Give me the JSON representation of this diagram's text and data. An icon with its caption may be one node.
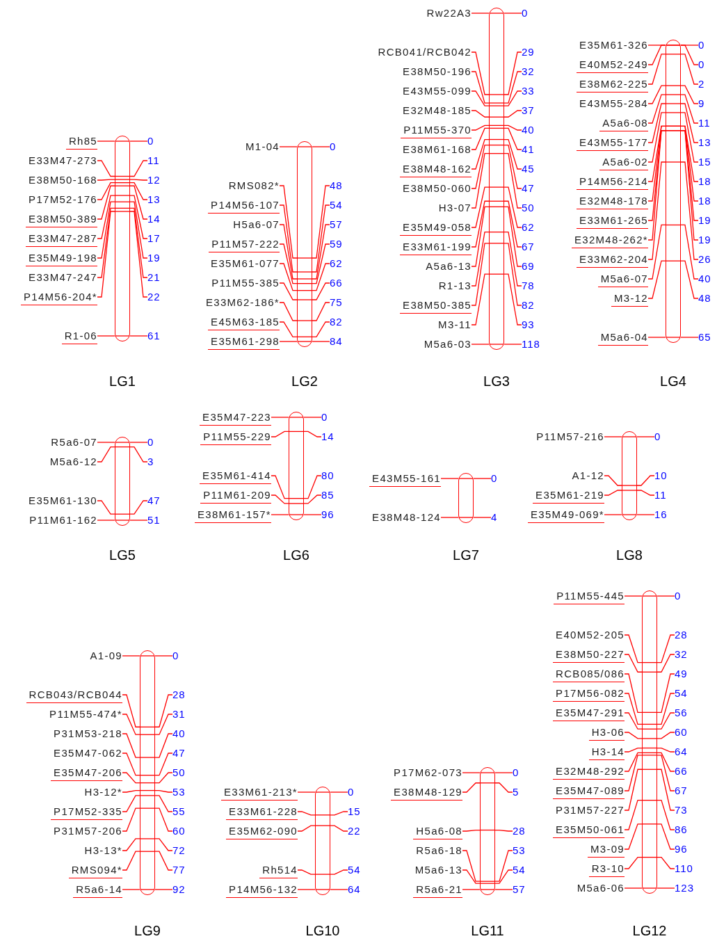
{
  "diagram": {
    "nodes": [
      {
        "text": [],
        "shape": "bar",
        "beside": [
          "LG1"
        ]
      },
      {
        "text": [
          "Rh85"
        ]
      },
      {
        "text": [
          "0"
        ]
      },
      {
        "text": [
          "E33M47-273"
        ]
      },
      {
        "text": [
          "11"
        ]
      },
      {
        "text": [
          "E38M50-168"
        ]
      },
      {
        "text": [
          "12"
        ]
      },
      {
        "text": [
          "P17M52-176"
        ]
      },
      {
        "text": [
          "13"
        ]
      },
      {
        "text": [
          "E38M50-389"
        ]
      },
      {
        "text": [
          "14"
        ]
      },
      {
        "text": [
          "E33M47-287"
        ]
      },
      {
        "text": [
          "17"
        ]
      },
      {
        "text": [
          "E35M49-198"
        ]
      },
      {
        "text": [
          "19"
        ]
      },
      {
        "text": [
          "E33M47-247"
        ]
      },
      {
        "text": [
          "21"
        ]
      },
      {
        "text": [
          "P14M56-204*"
        ]
      },
      {
        "text": [
          "22"
        ]
      },
      {
        "text": [
          "R1-06"
        ]
      },
      {
        "text": [
          "61"
        ]
      },
      {
        "text": [],
        "shape": "bar",
        "beside": [
          "LG2"
        ]
      },
      {
        "text": [
          "M1-04"
        ]
      },
      {
        "text": [
          "0"
        ]
      },
      {
        "text": [
          "RMS082*"
        ]
      },
      {
        "text": [
          "48"
        ]
      },
      {
        "text": [
          "P14M56-107"
        ]
      },
      {
        "text": [
          "54"
        ]
      },
      {
        "text": [
          "H5a6-07"
        ]
      },
      {
        "text": [
          "57"
        ]
      },
      {
        "text": [
          "P11M57-222"
        ]
      },
      {
        "text": [
          "59"
        ]
      },
      {
        "text": [
          "E35M61-077"
        ]
      },
      {
        "text": [
          "62"
        ]
      },
      {
        "text": [
          "P11M55-385"
        ]
      },
      {
        "text": [
          "66"
        ]
      },
      {
        "text": [
          "E33M62-186*"
        ]
      },
      {
        "text": [
          "75"
        ]
      },
      {
        "text": [
          "E45M63-185"
        ]
      },
      {
        "text": [
          "82"
        ]
      },
      {
        "text": [
          "E35M61-298"
        ]
      },
      {
        "text": [
          "84"
        ]
      },
      {
        "text": [],
        "shape": "bar",
        "beside": [
          "LG3"
        ]
      },
      {
        "text": [
          "Rw22A3"
        ]
      },
      {
        "text": [
          "0"
        ]
      },
      {
        "text": [
          "RCB041/RCB042"
        ]
      },
      {
        "text": [
          "29"
        ]
      },
      {
        "text": [
          "E38M50-196"
        ]
      },
      {
        "text": [
          "32"
        ]
      },
      {
        "text": [
          "E43M55-099"
        ]
      },
      {
        "text": [
          "33"
        ]
      },
      {
        "text": [
          "E32M48-185"
        ]
      },
      {
        "text": [
          "37"
        ]
      },
      {
        "text": [
          "P11M55-370"
        ]
      },
      {
        "text": [
          "40"
        ]
      },
      {
        "text": [
          "E38M61-168"
        ]
      },
      {
        "text": [
          "41"
        ]
      },
      {
        "text": [
          "E38M48-162"
        ]
      },
      {
        "text": [
          "45"
        ]
      },
      {
        "text": [
          "E38M50-060"
        ]
      },
      {
        "text": [
          "47"
        ]
      },
      {
        "text": [
          "H3-07"
        ]
      },
      {
        "text": [
          "50"
        ]
      },
      {
        "text": [
          "E35M49-058"
        ]
      },
      {
        "text": [
          "62"
        ]
      },
      {
        "text": [
          "E33M61-199"
        ]
      },
      {
        "text": [
          "67"
        ]
      },
      {
        "text": [
          "A5a6-13"
        ]
      },
      {
        "text": [
          "69"
        ]
      },
      {
        "text": [
          "R1-13"
        ]
      },
      {
        "text": [
          "78"
        ]
      },
      {
        "text": [
          "E38M50-385"
        ]
      },
      {
        "text": [
          "82"
        ]
      },
      {
        "text": [
          "M3-11"
        ]
      },
      {
        "text": [
          "93"
        ]
      },
      {
        "text": [
          "M5a6-03"
        ]
      },
      {
        "text": [
          "118"
        ]
      },
      {
        "text": [],
        "shape": "bar",
        "beside": [
          "LG4"
        ]
      },
      {
        "text": [
          "E35M61-326"
        ]
      },
      {
        "text": [
          "0"
        ]
      },
      {
        "text": [
          "E40M52-249"
        ]
      },
      {
        "text": [
          "0"
        ]
      },
      {
        "text": [
          "E38M62-225"
        ]
      },
      {
        "text": [
          "2"
        ]
      },
      {
        "text": [
          "E43M55-284"
        ]
      },
      {
        "text": [
          "9"
        ]
      },
      {
        "text": [
          "A5a6-08"
        ]
      },
      {
        "text": [
          "11"
        ]
      },
      {
        "text": [
          "E43M55-177"
        ]
      },
      {
        "text": [
          "13"
        ]
      },
      {
        "text": [
          "A5a6-02"
        ]
      },
      {
        "text": [
          "15"
        ]
      },
      {
        "text": [
          "P14M56-214"
        ]
      },
      {
        "text": [
          "18"
        ]
      },
      {
        "text": [
          "E32M48-178"
        ]
      },
      {
        "text": [
          "18"
        ]
      },
      {
        "text": [
          "E33M61-265"
        ]
      },
      {
        "text": [
          "19"
        ]
      },
      {
        "text": [
          "E32M48-262*"
        ]
      },
      {
        "text": [
          "19"
        ]
      },
      {
        "text": [
          "E33M62-204"
        ]
      },
      {
        "text": [
          "26"
        ]
      },
      {
        "text": [
          "M5a6-07"
        ]
      },
      {
        "text": [
          "40"
        ]
      },
      {
        "text": [
          "M3-12"
        ]
      },
      {
        "text": [
          "48"
        ]
      },
      {
        "text": [
          "M5a6-04"
        ]
      },
      {
        "text": [
          "65"
        ]
      },
      {
        "text": [],
        "shape": "bar",
        "beside": [
          "LG5"
        ]
      },
      {
        "text": [
          "R5a6-07"
        ]
      },
      {
        "text": [
          "0"
        ]
      },
      {
        "text": [
          "M5a6-12"
        ]
      },
      {
        "text": [
          "3"
        ]
      },
      {
        "text": [
          "E35M61-130"
        ]
      },
      {
        "text": [
          "47"
        ]
      },
      {
        "text": [
          "P11M61-162"
        ]
      },
      {
        "text": [
          "51"
        ]
      },
      {
        "text": [],
        "shape": "bar",
        "beside": [
          "LG6"
        ]
      },
      {
        "text": [
          "E35M47-223"
        ]
      },
      {
        "text": [
          "0"
        ]
      },
      {
        "text": [
          "P11M55-229"
        ]
      },
      {
        "text": [
          "14"
        ]
      },
      {
        "text": [
          "E35M61-414"
        ]
      },
      {
        "text": [
          "80"
        ]
      },
      {
        "text": [
          "P11M61-209"
        ]
      },
      {
        "text": [
          "85"
        ]
      },
      {
        "text": [
          "E38M61-157*"
        ]
      },
      {
        "text": [
          "96"
        ]
      },
      {
        "text": [],
        "shape": "bar",
        "beside": [
          "LG7"
        ]
      },
      {
        "text": [
          "E43M55-161"
        ]
      },
      {
        "text": [
          "0"
        ]
      },
      {
        "text": [
          "E38M48-124"
        ]
      },
      {
        "text": [
          "4"
        ]
      },
      {
        "text": [],
        "shape": "bar",
        "beside": [
          "LG8"
        ]
      },
      {
        "text": [
          "P11M57-216"
        ]
      },
      {
        "text": [
          "0"
        ]
      },
      {
        "text": [
          "A1-12"
        ]
      },
      {
        "text": [
          "10"
        ]
      },
      {
        "text": [
          "E35M61-219"
        ]
      },
      {
        "text": [
          "11"
        ]
      },
      {
        "text": [
          "E35M49-069*"
        ]
      },
      {
        "text": [
          "16"
        ]
      },
      {
        "text": [],
        "shape": "bar",
        "beside": [
          "LG9"
        ]
      },
      {
        "text": [
          "A1-09"
        ]
      },
      {
        "text": [
          "0"
        ]
      },
      {
        "text": [
          "RCB043/RCB044"
        ]
      },
      {
        "text": [
          "28"
        ]
      },
      {
        "text": [
          "P11M55-474*"
        ]
      },
      {
        "text": [
          "31"
        ]
      },
      {
        "text": [
          "P31M53-218"
        ]
      },
      {
        "text": [
          "40"
        ]
      },
      {
        "text": [
          "E35M47-062"
        ]
      },
      {
        "text": [
          "47"
        ]
      },
      {
        "text": [
          "E35M47-206"
        ]
      },
      {
        "text": [
          "50"
        ]
      },
      {
        "text": [
          "H3-12*"
        ]
      },
      {
        "text": [
          "53"
        ]
      },
      {
        "text": [
          "P17M52-335"
        ]
      },
      {
        "text": [
          "55"
        ]
      },
      {
        "text": [
          "P31M57-206"
        ]
      },
      {
        "text": [
          "60"
        ]
      },
      {
        "text": [
          "H3-13*"
        ]
      },
      {
        "text": [
          "72"
        ]
      },
      {
        "text": [
          "RMS094*"
        ]
      },
      {
        "text": [
          "77"
        ]
      },
      {
        "text": [
          "R5a6-14"
        ]
      },
      {
        "text": [
          "92"
        ]
      },
      {
        "text": [],
        "shape": "bar",
        "beside": [
          "LG10"
        ]
      },
      {
        "text": [
          "E33M61-213*"
        ]
      },
      {
        "text": [
          "0"
        ]
      },
      {
        "text": [
          "E33M61-228"
        ]
      },
      {
        "text": [
          "15"
        ]
      },
      {
        "text": [
          "E35M62-090"
        ]
      },
      {
        "text": [
          "22"
        ]
      },
      {
        "text": [
          "Rh514"
        ]
      },
      {
        "text": [
          "54"
        ]
      },
      {
        "text": [
          "P14M56-132"
        ]
      },
      {
        "text": [
          "64"
        ]
      },
      {
        "text": [],
        "shape": "bar",
        "beside": [
          "LG11"
        ]
      },
      {
        "text": [
          "P17M62-073"
        ]
      },
      {
        "text": [
          "0"
        ]
      },
      {
        "text": [
          "E38M48-129"
        ]
      },
      {
        "text": [
          "5"
        ]
      },
      {
        "text": [
          "H5a6-08"
        ]
      },
      {
        "text": [
          "28"
        ]
      },
      {
        "text": [
          "R5a6-18"
        ]
      },
      {
        "text": [
          "53"
        ]
      },
      {
        "text": [
          "M5a6-13"
        ]
      },
      {
        "text": [
          "54"
        ]
      },
      {
        "text": [
          "R5a6-21"
        ]
      },
      {
        "text": [
          "57"
        ]
      },
      {
        "text": [],
        "shape": "bar",
        "beside": [
          "LG12"
        ]
      },
      {
        "text": [
          "P11M55-445"
        ]
      },
      {
        "text": [
          "0"
        ]
      },
      {
        "text": [
          "E40M52-205"
        ]
      },
      {
        "text": [
          "28"
        ]
      },
      {
        "text": [
          "E38M50-227"
        ]
      },
      {
        "text": [
          "32"
        ]
      },
      {
        "text": [
          "RCB085/086"
        ]
      },
      {
        "text": [
          "49"
        ]
      },
      {
        "text": [
          "P17M56-082"
        ]
      },
      {
        "text": [
          "54"
        ]
      },
      {
        "text": [
          "E35M47-291"
        ]
      },
      {
        "text": [
          "56"
        ]
      },
      {
        "text": [
          "H3-06"
        ]
      },
      {
        "text": [
          "60"
        ]
      },
      {
        "text": [
          "H3-14"
        ]
      },
      {
        "text": [
          "64"
        ]
      },
      {
        "text": [
          "E32M48-292"
        ]
      },
      {
        "text": [
          "66"
        ]
      },
      {
        "text": [
          "E35M47-089"
        ]
      },
      {
        "text": [
          "67"
        ]
      },
      {
        "text": [
          "P31M57-227"
        ]
      },
      {
        "text": [
          "73"
        ]
      },
      {
        "text": [
          "E35M50-061"
        ]
      },
      {
        "text": [
          "86"
        ]
      },
      {
        "text": [
          "M3-09"
        ]
      },
      {
        "text": [
          "96"
        ]
      },
      {
        "text": [
          "R3-10"
        ]
      },
      {
        "text": [
          "110"
        ]
      },
      {
        "text": [
          "M5a6-06"
        ]
      },
      {
        "text": [
          "123"
        ]
      }
    ],
    "edges": [
      {
        "from": 1,
        "to": 0,
        "arrow": "none"
      },
      {
        "from": 0,
        "to": 2,
        "arrow": "none"
      },
      {
        "from": 3,
        "to": 0,
        "arrow": "none"
      },
      {
        "from": 0,
        "to": 4,
        "arrow": "none"
      },
      {
        "from": 5,
        "to": 0,
        "arrow": "none"
      },
      {
        "from": 0,
        "to": 6,
        "arrow": "none"
      },
      {
        "from": 7,
        "to": 0,
        "arrow": "none"
      },
      {
        "from": 0,
        "to": 8,
        "arrow": "none"
      },
      {
        "from": 9,
        "to": 0,
        "arrow": "none"
      },
      {
        "from": 0,
        "to": 10,
        "arrow": "none"
      },
      {
        "from": 11,
        "to": 0,
        "arrow": "none"
      },
      {
        "from": 0,
        "to": 12,
        "arrow": "none"
      },
      {
        "from": 13,
        "to": 0,
        "arrow": "none"
      },
      {
        "from": 0,
        "to": 14,
        "arrow": "none"
      },
      {
        "from": 15,
        "to": 0,
        "arrow": "none"
      },
      {
        "from": 0,
        "to": 16,
        "arrow": "none"
      },
      {
        "from": 17,
        "to": 0,
        "arrow": "none"
      },
      {
        "from": 0,
        "to": 18,
        "arrow": "none"
      },
      {
        "from": 19,
        "to": 0,
        "arrow": "none"
      },
      {
        "from": 0,
        "to": 20,
        "arrow": "none"
      },
      {
        "from": 22,
        "to": 21,
        "arrow": "none"
      },
      {
        "from": 21,
        "to": 23,
        "arrow": "none"
      },
      {
        "from": 24,
        "to": 21,
        "arrow": "none"
      },
      {
        "from": 21,
        "to": 25,
        "arrow": "none"
      },
      {
        "from": 26,
        "to": 21,
        "arrow": "none"
      },
      {
        "from": 21,
        "to": 27,
        "arrow": "none"
      },
      {
        "from": 28,
        "to": 21,
        "arrow": "none"
      },
      {
        "from": 21,
        "to": 29,
        "arrow": "none"
      },
      {
        "from": 30,
        "to": 21,
        "arrow": "none"
      },
      {
        "from": 21,
        "to": 31,
        "arrow": "none"
      },
      {
        "from": 32,
        "to": 21,
        "arrow": "none"
      },
      {
        "from": 21,
        "to": 33,
        "arrow": "none"
      },
      {
        "from": 34,
        "to": 21,
        "arrow": "none"
      },
      {
        "from": 21,
        "to": 35,
        "arrow": "none"
      },
      {
        "from": 36,
        "to": 21,
        "arrow": "none"
      },
      {
        "from": 21,
        "to": 37,
        "arrow": "none"
      },
      {
        "from": 38,
        "to": 21,
        "arrow": "none"
      },
      {
        "from": 21,
        "to": 39,
        "arrow": "none"
      },
      {
        "from": 40,
        "to": 21,
        "arrow": "none"
      },
      {
        "from": 21,
        "to": 41,
        "arrow": "none"
      },
      {
        "from": 43,
        "to": 42,
        "arrow": "none"
      },
      {
        "from": 42,
        "to": 44,
        "arrow": "none"
      },
      {
        "from": 45,
        "to": 42,
        "arrow": "none"
      },
      {
        "from": 42,
        "to": 46,
        "arrow": "none"
      },
      {
        "from": 47,
        "to": 42,
        "arrow": "none"
      },
      {
        "from": 42,
        "to": 48,
        "arrow": "none"
      },
      {
        "from": 49,
        "to": 42,
        "arrow": "none"
      },
      {
        "from": 42,
        "to": 50,
        "arrow": "none"
      },
      {
        "from": 51,
        "to": 42,
        "arrow": "none"
      },
      {
        "from": 42,
        "to": 52,
        "arrow": "none"
      },
      {
        "from": 53,
        "to": 42,
        "arrow": "none"
      },
      {
        "from": 42,
        "to": 54,
        "arrow": "none"
      },
      {
        "from": 55,
        "to": 42,
        "arrow": "none"
      },
      {
        "from": 42,
        "to": 56,
        "arrow": "none"
      },
      {
        "from": 57,
        "to": 42,
        "arrow": "none"
      },
      {
        "from": 42,
        "to": 58,
        "arrow": "none"
      },
      {
        "from": 59,
        "to": 42,
        "arrow": "none"
      },
      {
        "from": 42,
        "to": 60,
        "arrow": "none"
      },
      {
        "from": 61,
        "to": 42,
        "arrow": "none"
      },
      {
        "from": 42,
        "to": 62,
        "arrow": "none"
      },
      {
        "from": 63,
        "to": 42,
        "arrow": "none"
      },
      {
        "from": 42,
        "to": 64,
        "arrow": "none"
      },
      {
        "from": 65,
        "to": 42,
        "arrow": "none"
      },
      {
        "from": 42,
        "to": 66,
        "arrow": "none"
      },
      {
        "from": 67,
        "to": 42,
        "arrow": "none"
      },
      {
        "from": 42,
        "to": 68,
        "arrow": "none"
      },
      {
        "from": 69,
        "to": 42,
        "arrow": "none"
      },
      {
        "from": 42,
        "to": 70,
        "arrow": "none"
      },
      {
        "from": 71,
        "to": 42,
        "arrow": "none"
      },
      {
        "from": 42,
        "to": 72,
        "arrow": "none"
      },
      {
        "from": 73,
        "to": 42,
        "arrow": "none"
      },
      {
        "from": 42,
        "to": 74,
        "arrow": "none"
      },
      {
        "from": 75,
        "to": 42,
        "arrow": "none"
      },
      {
        "from": 42,
        "to": 76,
        "arrow": "none"
      },
      {
        "from": 78,
        "to": 77,
        "arrow": "none"
      },
      {
        "from": 77,
        "to": 79,
        "arrow": "none"
      },
      {
        "from": 80,
        "to": 77,
        "arrow": "none"
      },
      {
        "from": 77,
        "to": 81,
        "arrow": "none"
      },
      {
        "from": 82,
        "to": 77,
        "arrow": "none"
      },
      {
        "from": 77,
        "to": 83,
        "arrow": "none"
      },
      {
        "from": 84,
        "to": 77,
        "arrow": "none"
      },
      {
        "from": 77,
        "to": 85,
        "arrow": "none"
      },
      {
        "from": 86,
        "to": 77,
        "arrow": "none"
      },
      {
        "from": 77,
        "to": 87,
        "arrow": "none"
      },
      {
        "from": 88,
        "to": 77,
        "arrow": "none"
      },
      {
        "from": 77,
        "to": 89,
        "arrow": "none"
      },
      {
        "from": 90,
        "to": 77,
        "arrow": "none"
      },
      {
        "from": 77,
        "to": 91,
        "arrow": "none"
      },
      {
        "from": 92,
        "to": 77,
        "arrow": "none"
      },
      {
        "from": 77,
        "to": 93,
        "arrow": "none"
      },
      {
        "from": 94,
        "to": 77,
        "arrow": "none"
      },
      {
        "from": 77,
        "to": 95,
        "arrow": "none"
      },
      {
        "from": 96,
        "to": 77,
        "arrow": "none"
      },
      {
        "from": 77,
        "to": 97,
        "arrow": "none"
      },
      {
        "from": 98,
        "to": 77,
        "arrow": "none"
      },
      {
        "from": 77,
        "to": 99,
        "arrow": "none"
      },
      {
        "from": 100,
        "to": 77,
        "arrow": "none"
      },
      {
        "from": 77,
        "to": 101,
        "arrow": "none"
      },
      {
        "from": 102,
        "to": 77,
        "arrow": "none"
      },
      {
        "from": 77,
        "to": 103,
        "arrow": "none"
      },
      {
        "from": 104,
        "to": 77,
        "arrow": "none"
      },
      {
        "from": 77,
        "to": 105,
        "arrow": "none"
      },
      {
        "from": 106,
        "to": 77,
        "arrow": "none"
      },
      {
        "from": 77,
        "to": 107,
        "arrow": "none"
      },
      {
        "from": 109,
        "to": 108,
        "arrow": "none"
      },
      {
        "from": 108,
        "to": 110,
        "arrow": "none"
      },
      {
        "from": 111,
        "to": 108,
        "arrow": "none"
      },
      {
        "from": 108,
        "to": 112,
        "arrow": "none"
      },
      {
        "from": 113,
        "to": 108,
        "arrow": "none"
      },
      {
        "from": 108,
        "to": 114,
        "arrow": "none"
      },
      {
        "from": 115,
        "to": 108,
        "arrow": "none"
      },
      {
        "from": 108,
        "to": 116,
        "arrow": "none"
      },
      {
        "from": 118,
        "to": 117,
        "arrow": "none"
      },
      {
        "from": 117,
        "to": 119,
        "arrow": "none"
      },
      {
        "from": 120,
        "to": 117,
        "arrow": "none"
      },
      {
        "from": 117,
        "to": 121,
        "arrow": "none"
      },
      {
        "from": 122,
        "to": 117,
        "arrow": "none"
      },
      {
        "from": 117,
        "to": 123,
        "arrow": "none"
      },
      {
        "from": 124,
        "to": 117,
        "arrow": "none"
      },
      {
        "from": 117,
        "to": 125,
        "arrow": "none"
      },
      {
        "from": 126,
        "to": 117,
        "arrow": "none"
      },
      {
        "from": 117,
        "to": 127,
        "arrow": "none"
      },
      {
        "from": 129,
        "to": 128,
        "arrow": "none"
      },
      {
        "from": 128,
        "to": 130,
        "arrow": "none"
      },
      {
        "from": 131,
        "to": 128,
        "arrow": "none"
      },
      {
        "from": 128,
        "to": 132,
        "arrow": "none"
      },
      {
        "from": 134,
        "to": 133,
        "arrow": "none"
      },
      {
        "from": 133,
        "to": 135,
        "arrow": "none"
      },
      {
        "from": 136,
        "to": 133,
        "arrow": "none"
      },
      {
        "from": 133,
        "to": 137,
        "arrow": "none"
      },
      {
        "from": 138,
        "to": 133,
        "arrow": "none"
      },
      {
        "from": 133,
        "to": 139,
        "arrow": "none"
      },
      {
        "from": 140,
        "to": 133,
        "arrow": "none"
      },
      {
        "from": 133,
        "to": 141,
        "arrow": "none"
      },
      {
        "from": 143,
        "to": 142,
        "arrow": "none"
      },
      {
        "from": 142,
        "to": 144,
        "arrow": "none"
      },
      {
        "from": 145,
        "to": 142,
        "arrow": "none"
      },
      {
        "from": 142,
        "to": 146,
        "arrow": "none"
      },
      {
        "from": 147,
        "to": 142,
        "arrow": "none"
      },
      {
        "from": 142,
        "to": 148,
        "arrow": "none"
      },
      {
        "from": 149,
        "to": 142,
        "arrow": "none"
      },
      {
        "from": 142,
        "to": 150,
        "arrow": "none"
      },
      {
        "from": 151,
        "to": 142,
        "arrow": "none"
      },
      {
        "from": 142,
        "to": 152,
        "arrow": "none"
      },
      {
        "from": 153,
        "to": 142,
        "arrow": "none"
      },
      {
        "from": 142,
        "to": 154,
        "arrow": "none"
      },
      {
        "from": 155,
        "to": 142,
        "arrow": "none"
      },
      {
        "from": 142,
        "to": 156,
        "arrow": "none"
      },
      {
        "from": 157,
        "to": 142,
        "arrow": "none"
      },
      {
        "from": 142,
        "to": 158,
        "arrow": "none"
      },
      {
        "from": 159,
        "to": 142,
        "arrow": "none"
      },
      {
        "from": 142,
        "to": 160,
        "arrow": "none"
      },
      {
        "from": 161,
        "to": 142,
        "arrow": "none"
      },
      {
        "from": 142,
        "to": 162,
        "arrow": "none"
      },
      {
        "from": 163,
        "to": 142,
        "arrow": "none"
      },
      {
        "from": 142,
        "to": 164,
        "arrow": "none"
      },
      {
        "from": 165,
        "to": 142,
        "arrow": "none"
      },
      {
        "from": 142,
        "to": 166,
        "arrow": "none"
      },
      {
        "from": 168,
        "to": 167,
        "arrow": "none"
      },
      {
        "from": 167,
        "to": 169,
        "arrow": "none"
      },
      {
        "from": 170,
        "to": 167,
        "arrow": "none"
      },
      {
        "from": 167,
        "to": 171,
        "arrow": "none"
      },
      {
        "from": 172,
        "to": 167,
        "arrow": "none"
      },
      {
        "from": 167,
        "to": 173,
        "arrow": "none"
      },
      {
        "from": 174,
        "to": 167,
        "arrow": "none"
      },
      {
        "from": 167,
        "to": 175,
        "arrow": "none"
      },
      {
        "from": 176,
        "to": 167,
        "arrow": "none"
      },
      {
        "from": 167,
        "to": 177,
        "arrow": "none"
      },
      {
        "from": 179,
        "to": 178,
        "arrow": "none"
      },
      {
        "from": 178,
        "to": 180,
        "arrow": "none"
      },
      {
        "from": 181,
        "to": 178,
        "arrow": "none"
      },
      {
        "from": 178,
        "to": 182,
        "arrow": "none"
      },
      {
        "from": 183,
        "to": 178,
        "arrow": "none"
      },
      {
        "from": 178,
        "to": 184,
        "arrow": "none"
      },
      {
        "from": 185,
        "to": 178,
        "arrow": "none"
      },
      {
        "from": 178,
        "to": 186,
        "arrow": "none"
      },
      {
        "from": 187,
        "to": 178,
        "arrow": "none"
      },
      {
        "from": 178,
        "to": 188,
        "arrow": "none"
      },
      {
        "from": 189,
        "to": 178,
        "arrow": "none"
      },
      {
        "from": 178,
        "to": 190,
        "arrow": "none"
      },
      {
        "from": 192,
        "to": 191,
        "arrow": "none"
      },
      {
        "from": 191,
        "to": 193,
        "arrow": "none"
      },
      {
        "from": 194,
        "to": 191,
        "arrow": "none"
      },
      {
        "from": 191,
        "to": 195,
        "arrow": "none"
      },
      {
        "from": 196,
        "to": 191,
        "arrow": "none"
      },
      {
        "from": 191,
        "to": 197,
        "arrow": "none"
      },
      {
        "from": 198,
        "to": 191,
        "arrow": "none"
      },
      {
        "from": 191,
        "to": 199,
        "arrow": "none"
      },
      {
        "from": 200,
        "to": 191,
        "arrow": "none"
      },
      {
        "from": 191,
        "to": 201,
        "arrow": "none"
      },
      {
        "from": 202,
        "to": 191,
        "arrow": "none"
      },
      {
        "from": 191,
        "to": 203,
        "arrow": "none"
      },
      {
        "from": 204,
        "to": 191,
        "arrow": "none"
      },
      {
        "from": 191,
        "to": 205,
        "arrow": "none"
      },
      {
        "from": 206,
        "to": 191,
        "arrow": "none"
      },
      {
        "from": 191,
        "to": 207,
        "arrow": "none"
      },
      {
        "from": 208,
        "to": 191,
        "arrow": "none"
      },
      {
        "from": 191,
        "to": 209,
        "arrow": "none"
      },
      {
        "from": 210,
        "to": 191,
        "arrow": "none"
      },
      {
        "from": 191,
        "to": 211,
        "arrow": "none"
      },
      {
        "from": 212,
        "to": 191,
        "arrow": "none"
      },
      {
        "from": 191,
        "to": 213,
        "arrow": "none"
      },
      {
        "from": 214,
        "to": 191,
        "arrow": "none"
      },
      {
        "from": 191,
        "to": 215,
        "arrow": "none"
      },
      {
        "from": 216,
        "to": 191,
        "arrow": "none"
      },
      {
        "from": 191,
        "to": 217,
        "arrow": "none"
      },
      {
        "from": 218,
        "to": 191,
        "arrow": "none"
      },
      {
        "from": 191,
        "to": 219,
        "arrow": "none"
      },
      {
        "from": 220,
        "to": 191,
        "arrow": "none"
      },
      {
        "from": 191,
        "to": 221,
        "arrow": "none"
      }
    ]
  }
}
